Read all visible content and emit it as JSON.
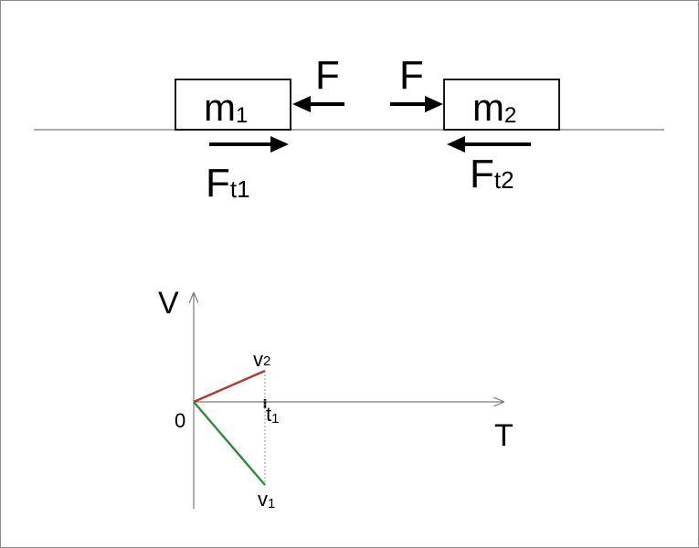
{
  "diagram": {
    "block1": {
      "symbol": "m",
      "subscript": "1"
    },
    "block2": {
      "symbol": "m",
      "subscript": "2"
    },
    "force1": {
      "symbol": "F"
    },
    "force2": {
      "symbol": "F"
    },
    "friction1": {
      "symbol": "F",
      "subscript": "t1"
    },
    "friction2": {
      "symbol": "F",
      "subscript": "t2"
    }
  },
  "graph": {
    "y_axis_label": "V",
    "x_axis_label": "T",
    "origin_label": "0",
    "t1_label": {
      "symbol": "t",
      "subscript": "1"
    },
    "v2_label": {
      "symbol": "v",
      "subscript": "2"
    },
    "v1_label": {
      "symbol": "v",
      "subscript": "1"
    },
    "colors": {
      "v1_line": "#2e8b3a",
      "v2_line": "#b03a2e",
      "axis": "#7a7a7a"
    }
  }
}
